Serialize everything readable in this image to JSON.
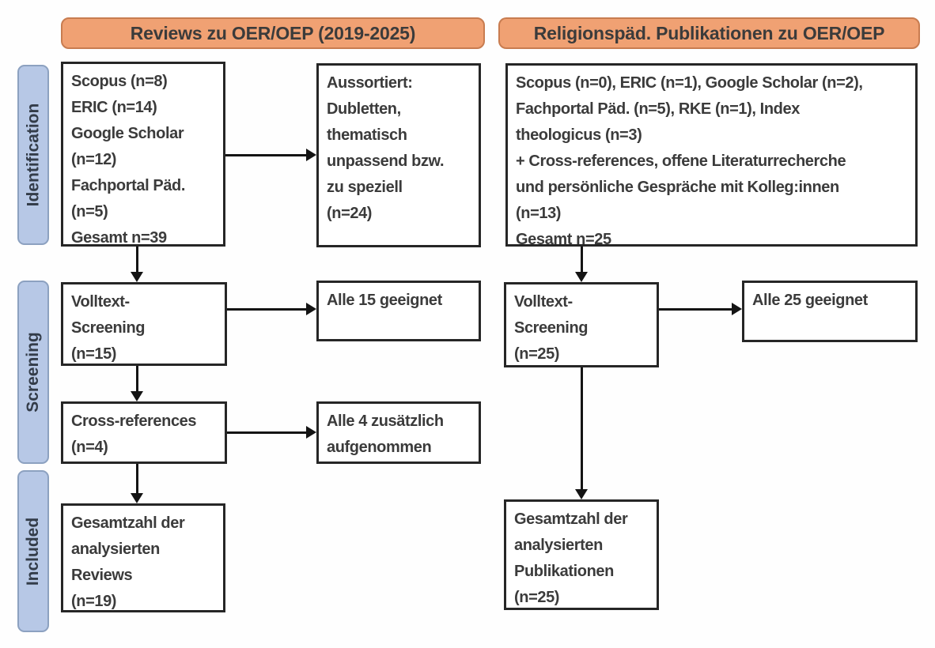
{
  "palette": {
    "header_fill": "#f0a173",
    "header_border": "#c87c50",
    "stage_fill": "#b7c8e6",
    "stage_border": "#8ca1c0",
    "stage_text": "#333c49",
    "box_border": "#262626",
    "text_color": "#3b3b3b",
    "arrow_color": "#141414"
  },
  "headers": {
    "left": "Reviews zu OER/OEP (2019-2025)",
    "right": "Religionspäd. Publikationen zu OER/OEP"
  },
  "stages": {
    "identification": "Identification",
    "screening": "Screening",
    "included": "Included"
  },
  "boxes": {
    "reviews_sources": "Scopus (n=8)\nERIC (n=14)\nGoogle Scholar\n(n=12)\nFachportal Päd.\n(n=5)\nGesamt n=39",
    "reviews_excluded": "Aussortiert:\nDubletten,\nthematisch\nunpassend bzw.\nzu speziell\n(n=24)",
    "reviews_fulltext": "Volltext-\nScreening\n(n=15)",
    "reviews_fulltext_result": "Alle 15 geeignet",
    "reviews_crossref": "Cross-references\n(n=4)",
    "reviews_crossref_result": "Alle 4 zusätzlich\naufgenommen",
    "reviews_included_total": "Gesamtzahl der\nanalysierten\nReviews\n(n=19)",
    "relpaed_sources": "Scopus (n=0), ERIC (n=1), Google Scholar (n=2),\nFachportal Päd. (n=5), RKE (n=1), Index\ntheologicus (n=3)\n+ Cross-references, offene Literaturrecherche\nund persönliche Gespräche mit Kolleg:innen\n(n=13)\nGesamt n=25",
    "relpaed_fulltext": "Volltext-\nScreening\n(n=25)",
    "relpaed_fulltext_result": "Alle 25 geeignet",
    "relpaed_included_total": "Gesamtzahl der\nanalysierten\nPublikationen\n(n=25)"
  }
}
